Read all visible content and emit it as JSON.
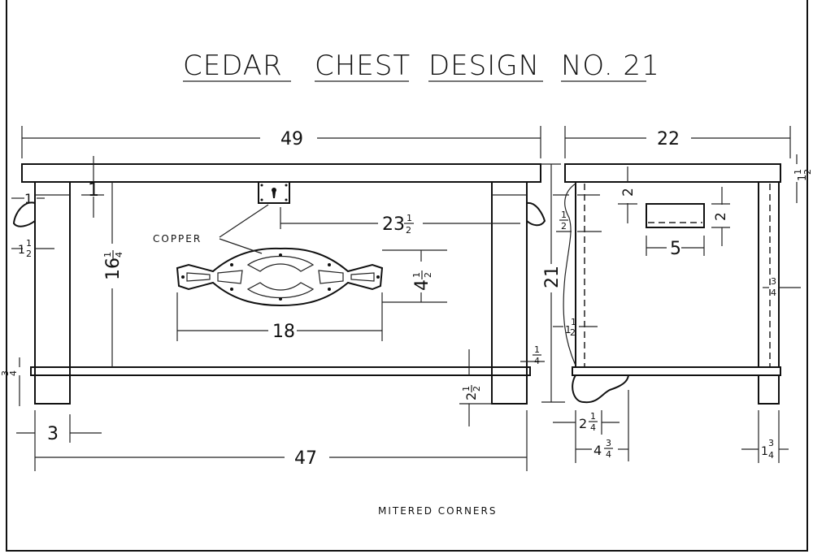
{
  "title": {
    "w1": "CEDAR",
    "w2": "CHEST",
    "w3": "DESIGN",
    "w4": "NO. 21"
  },
  "labels": {
    "copper": "COPPER",
    "mitered": "MITERED CORNERS"
  },
  "front": {
    "length_top": "49",
    "length_bottom": "47",
    "leg_width": "3",
    "rail_gap": "18",
    "handle_height": {
      "w": "4",
      "n": "1",
      "d": "2"
    },
    "lock_offset": {
      "w": "23",
      "n": "1",
      "d": "2"
    },
    "panel_height": {
      "w": "16",
      "n": "1",
      "d": "4"
    },
    "top_overhang": "1",
    "handle_gap": "1",
    "handle_size": {
      "w": "1",
      "n": "1",
      "d": "2"
    },
    "rail_thickness": {
      "w": "",
      "n": "1",
      "d": "4"
    },
    "foot_height": {
      "w": "2",
      "n": "1",
      "d": "2"
    },
    "rail_small": {
      "w": "",
      "n": "3",
      "d": "4"
    }
  },
  "side": {
    "depth": "22",
    "top_thickness": {
      "w": "1",
      "n": "1",
      "d": "2"
    },
    "handle_drop": "2",
    "handle_height": "2",
    "handle_width": "5",
    "total_height": "21",
    "profile_top": {
      "w": "",
      "n": "1",
      "d": "2"
    },
    "profile_mid": {
      "w": "1",
      "n": "1",
      "d": "2"
    },
    "panel_inset": {
      "w": "",
      "n": "3",
      "d": "4"
    },
    "foot_width": {
      "w": "2",
      "n": "1",
      "d": "4"
    },
    "foot_length": {
      "w": "4",
      "n": "3",
      "d": "4"
    },
    "leg_width": {
      "w": "1",
      "n": "3",
      "d": "4"
    }
  }
}
